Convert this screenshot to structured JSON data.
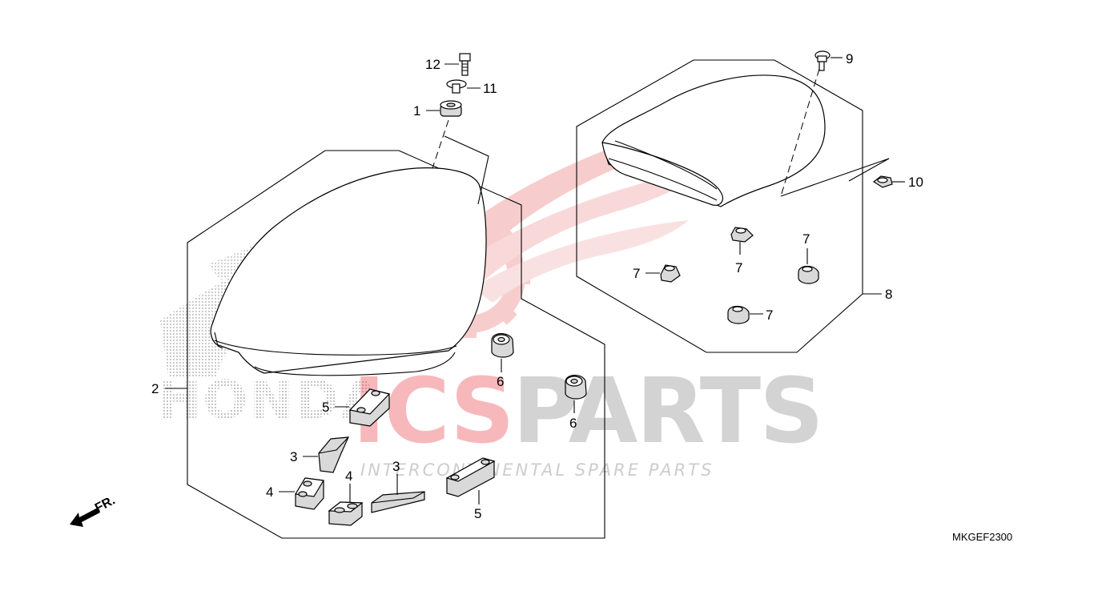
{
  "watermark": {
    "brand_left": "ICS",
    "brand_right": "PARTS",
    "tagline": "INTERCONTINENTAL SPARE PARTS",
    "honda_text": "HONDA",
    "brand_color": "#e8343b",
    "gray_color": "#c8c8c8"
  },
  "diagram_code": "MKGEF2300",
  "front_indicator": "FR.",
  "callouts": {
    "c1": "1",
    "c2": "2",
    "c3a": "3",
    "c3b": "3",
    "c4a": "4",
    "c4b": "4",
    "c5a": "5",
    "c5b": "5",
    "c6a": "6",
    "c6b": "6",
    "c7a": "7",
    "c7b": "7",
    "c7c": "7",
    "c7d": "7",
    "c8": "8",
    "c9": "9",
    "c10": "10",
    "c11": "11",
    "c12": "12"
  }
}
